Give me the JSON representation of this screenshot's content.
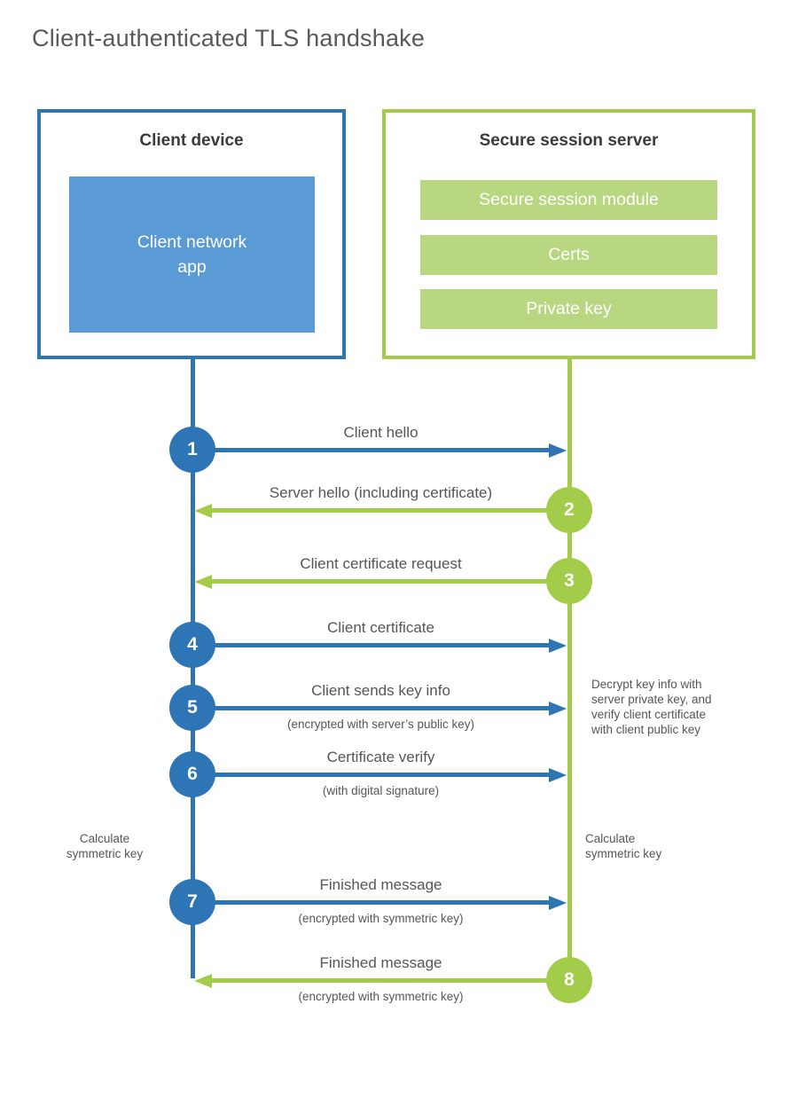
{
  "page": {
    "title": "Client-authenticated TLS handshake"
  },
  "client_box": {
    "title": "Client device",
    "app_label": "Client network\napp"
  },
  "server_box": {
    "title": "Secure session server",
    "modules": [
      {
        "label": "Secure session module"
      },
      {
        "label": "Certs"
      },
      {
        "label": "Private key"
      }
    ]
  },
  "steps": [
    {
      "number": "1",
      "actor": "client",
      "direction": "right",
      "label": "Client hello",
      "sublabel": ""
    },
    {
      "number": "2",
      "actor": "server",
      "direction": "left",
      "label": "Server hello (including certificate)",
      "sublabel": ""
    },
    {
      "number": "3",
      "actor": "server",
      "direction": "left",
      "label": "Client certificate request",
      "sublabel": ""
    },
    {
      "number": "4",
      "actor": "client",
      "direction": "right",
      "label": "Client certificate",
      "sublabel": ""
    },
    {
      "number": "5",
      "actor": "client",
      "direction": "right",
      "label": "Client sends key info",
      "sublabel": "(encrypted with server’s public key)"
    },
    {
      "number": "6",
      "actor": "client",
      "direction": "right",
      "label": "Certificate verify",
      "sublabel": "(with digital signature)"
    },
    {
      "number": "7",
      "actor": "client",
      "direction": "right",
      "label": "Finished message",
      "sublabel": "(encrypted with symmetric key)"
    },
    {
      "number": "8",
      "actor": "server",
      "direction": "left",
      "label": "Finished message",
      "sublabel": "(encrypted with symmetric key)"
    }
  ],
  "annotations": {
    "client_calculate": "Calculate\nsymmetric key",
    "server_calculate": "Calculate\nsymmetric key",
    "server_decrypt": "Decrypt key info with\nserver private key, and\nverify client certificate\nwith client public key"
  },
  "colors": {
    "blue": "#2e75b6",
    "light_blue": "#5b9bd5",
    "green": "#a3cc4a",
    "light_green": "#b9d780",
    "text": "#55565a",
    "heading": "#3b3b3e",
    "title": "#58595b"
  }
}
